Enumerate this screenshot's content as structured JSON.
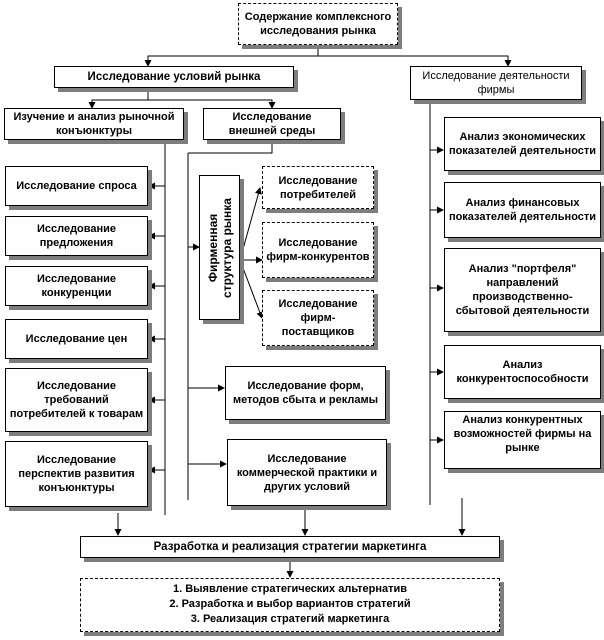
{
  "diagram": {
    "root": "Содержание комплексного исследования рынка",
    "market_conditions": "Исследование условий рынка",
    "firm_activity": "Исследование деятельности фирмы",
    "conjuncture": "Изучение и анализ рыночной конъюнктуры",
    "external_env": "Исследование внешней среды",
    "left_items": [
      "Исследование спроса",
      "Исследование предложения",
      "Исследование конкуренции",
      "Исследование цен",
      "Исследование требований потребителей к товарам",
      "Исследование перспектив развития конъюнктуры"
    ],
    "firm_structure": "Фирменная структура рынка",
    "structure_items": [
      "Исследование потребителей",
      "Исследование фирм-конкурентов",
      "Исследование фирм-поставщиков"
    ],
    "sales_forms": "Исследование форм, методов сбыта и рекламы",
    "commercial_practice": "Исследование коммерческой практики и других условий",
    "right_items": [
      "Анализ экономических показателей деятельности",
      "Анализ финансовых показателей деятельности",
      "Анализ \"портфеля\" направлений производственно-сбытовой деятельности",
      "Анализ конкурентоспособности",
      "Анализ конкурентных возможностей фирмы на рынке"
    ],
    "strategy": "Разработка и реализация стратегии маркетинга",
    "steps": [
      "1. Выявление стратегических альтернатив",
      "2. Разработка и выбор вариантов стратегий",
      "3. Реализация стратегий маркетинга"
    ]
  }
}
